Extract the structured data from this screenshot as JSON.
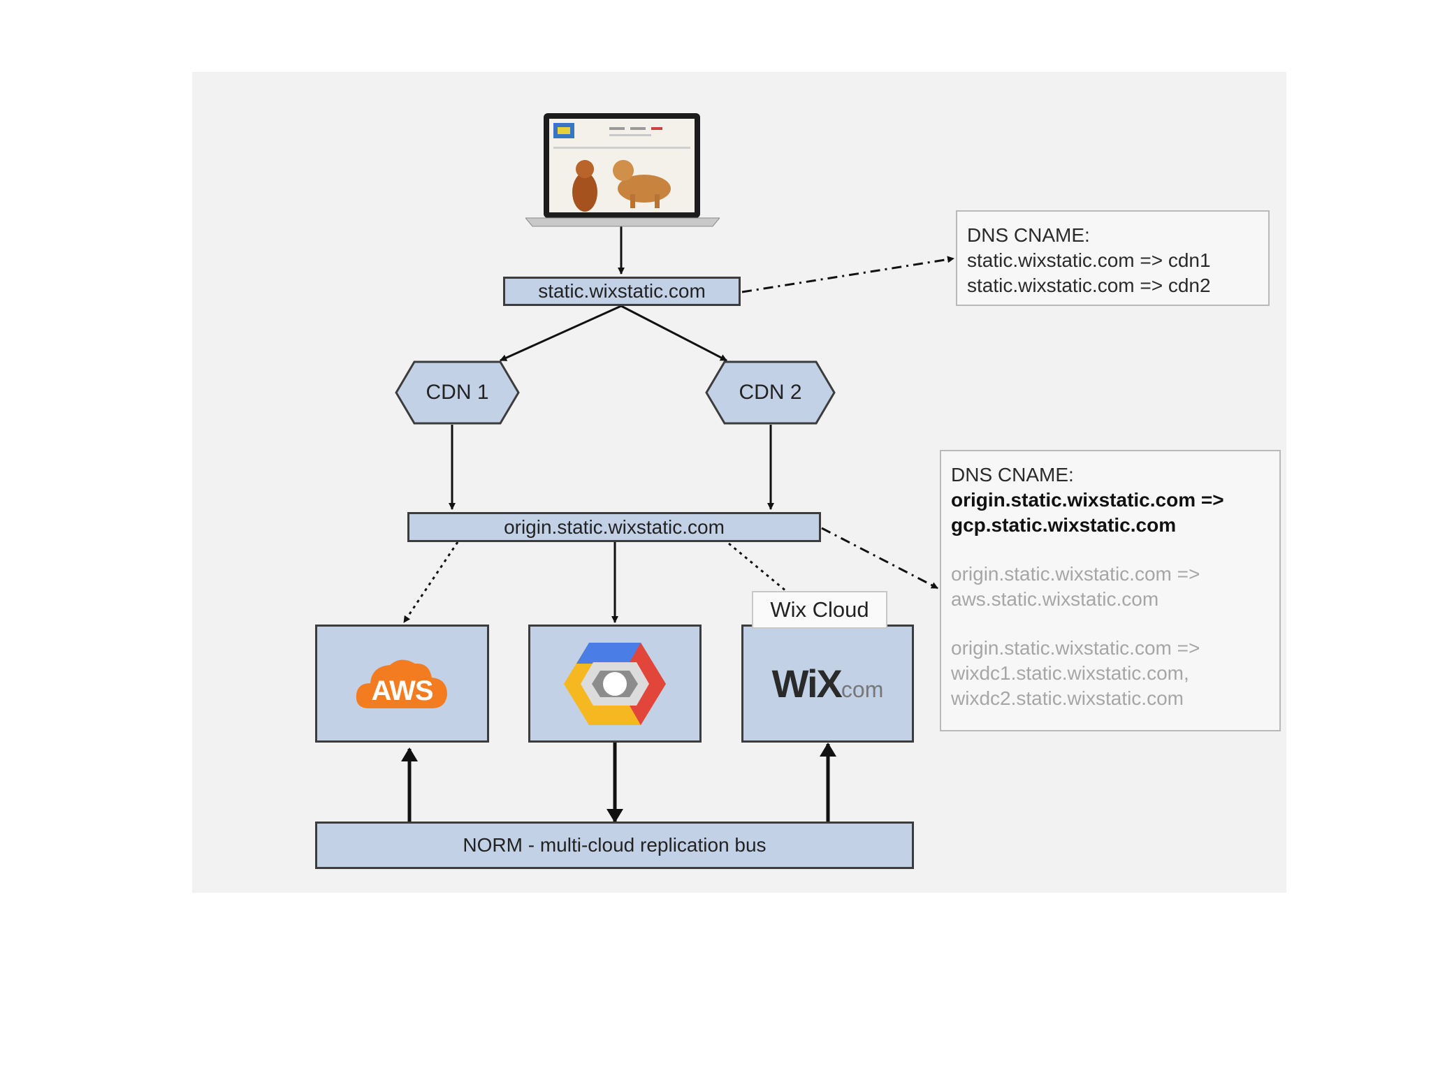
{
  "nodes": {
    "static_host": "static.wixstatic.com",
    "cdn1": "CDN 1",
    "cdn2": "CDN 2",
    "origin_host": "origin.static.wixstatic.com",
    "bus": "NORM - multi-cloud replication bus",
    "wix_cloud_tag": "Wix Cloud"
  },
  "logos": {
    "aws": "AWS",
    "wix_main": "WiX",
    "wix_suffix": "com"
  },
  "dns_note_top": {
    "heading": "DNS CNAME:",
    "lines": [
      "static.wixstatic.com => cdn1",
      "static.wixstatic.com => cdn2"
    ]
  },
  "dns_note_origin": {
    "heading": "DNS CNAME:",
    "active": [
      "origin.static.wixstatic.com =>",
      "gcp.static.wixstatic.com"
    ],
    "alt1": [
      "origin.static.wixstatic.com =>",
      "aws.static.wixstatic.com"
    ],
    "alt2": [
      "origin.static.wixstatic.com =>",
      "wixdc1.static.wixstatic.com,",
      "wixdc2.static.wixstatic.com"
    ]
  },
  "colors": {
    "box_fill": "#c2d1e6",
    "aws_orange": "#f47c20",
    "gcp_blue": "#4a7ee6",
    "gcp_red": "#e2463a",
    "gcp_yellow": "#f5b820"
  }
}
